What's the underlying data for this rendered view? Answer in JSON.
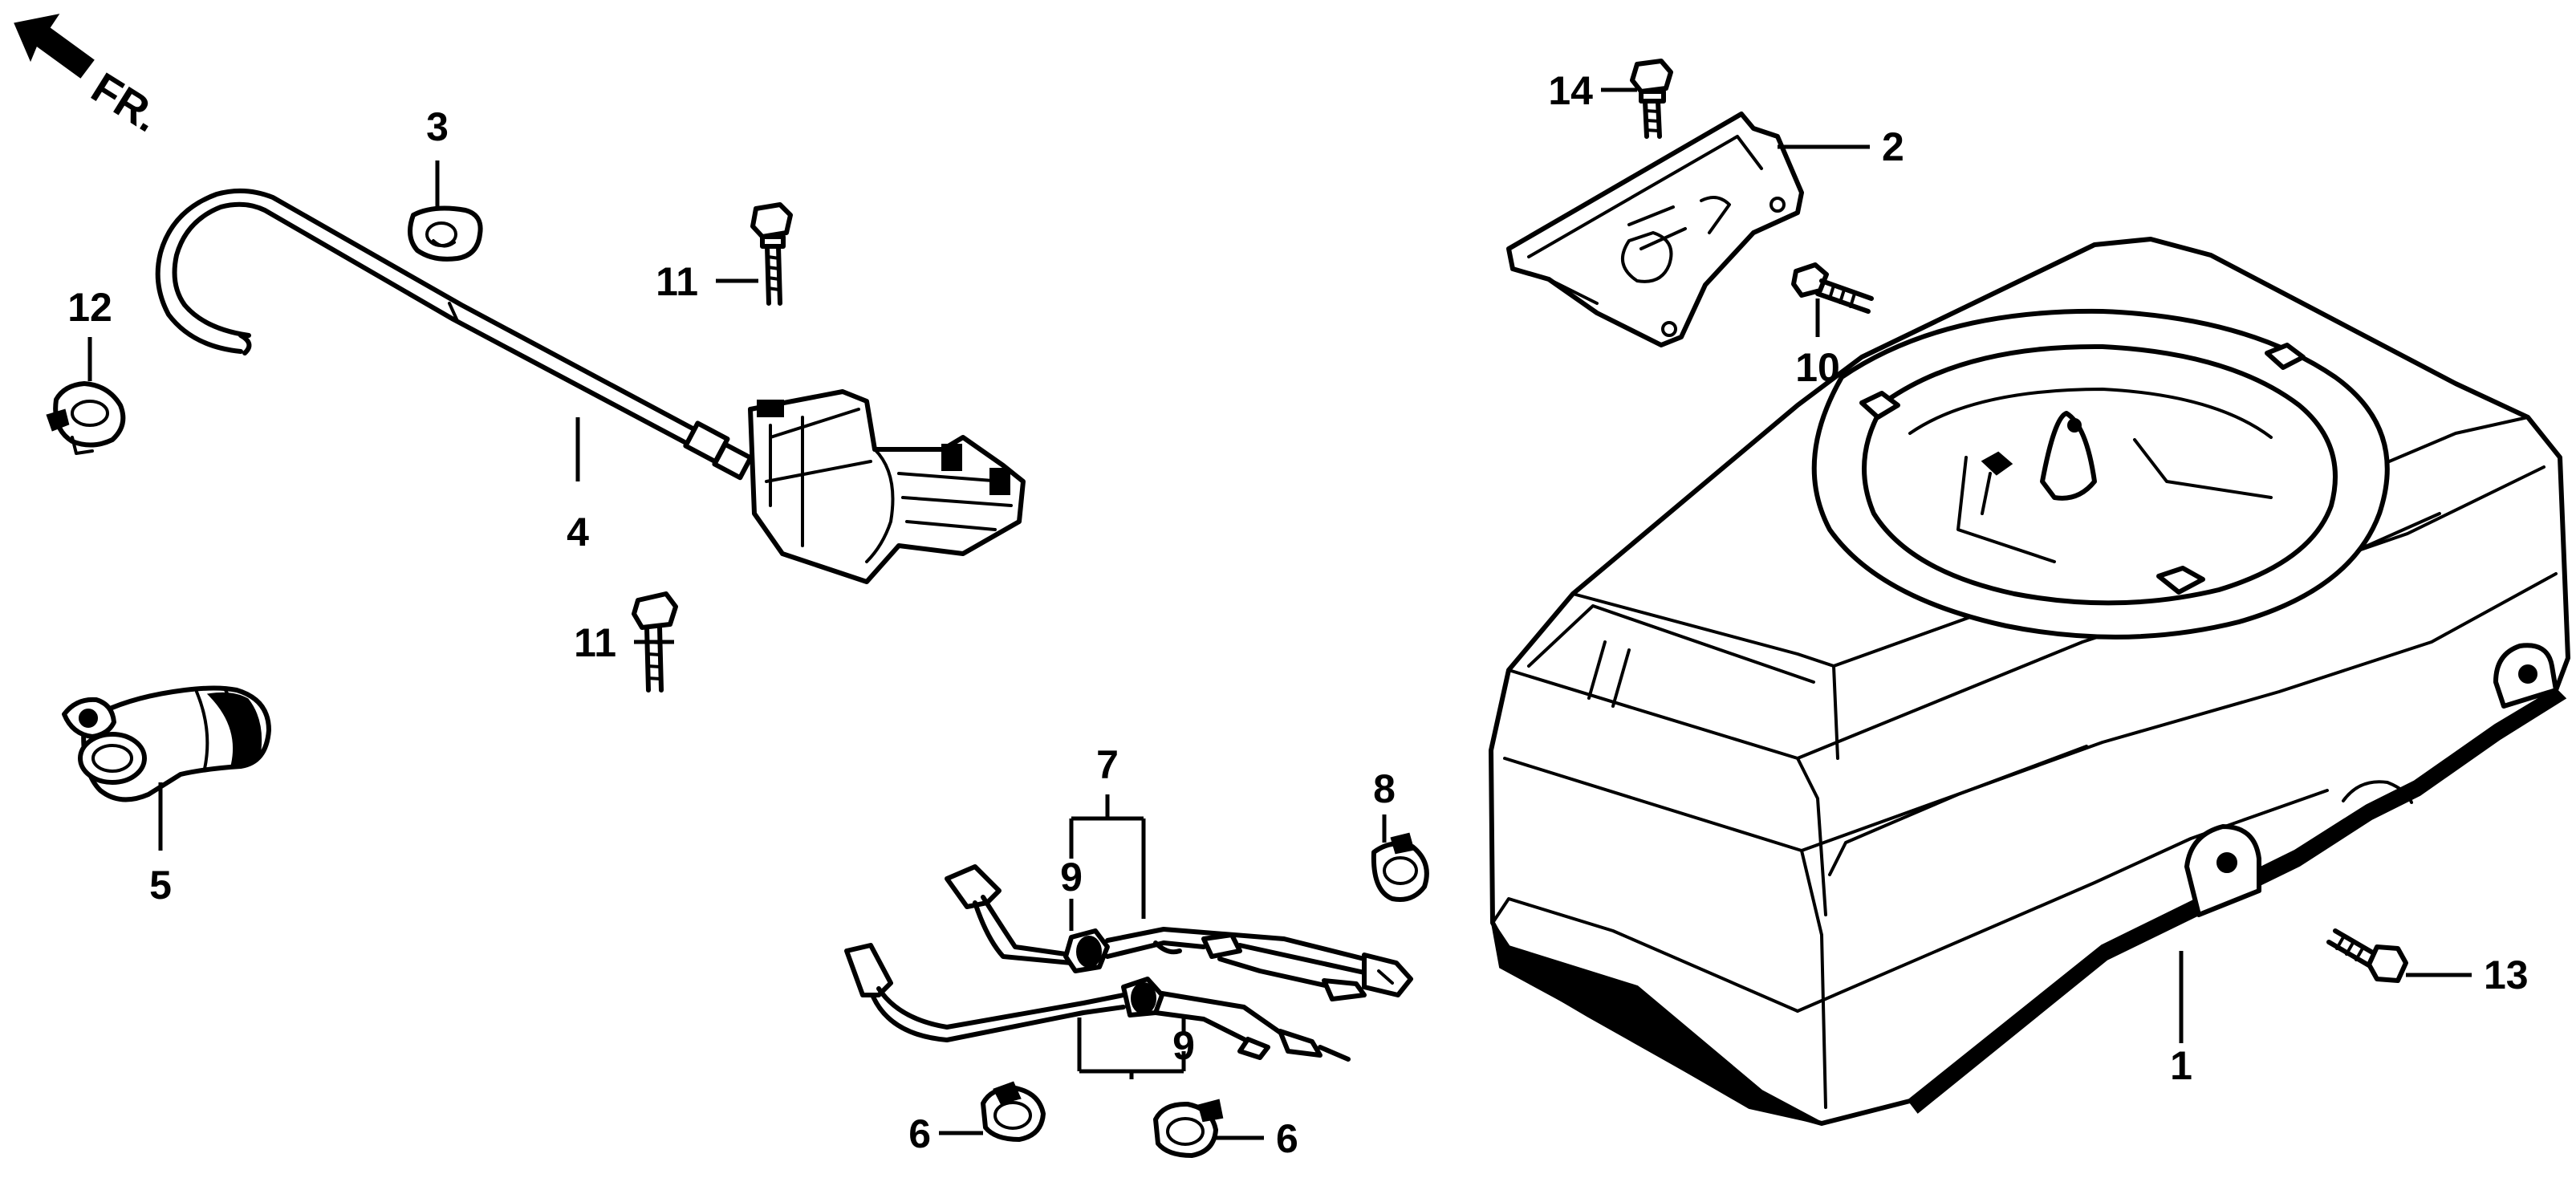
{
  "direction_marker": {
    "label": "FR.",
    "icon": "front-arrow-icon"
  },
  "callouts": {
    "c1": "1",
    "c2": "2",
    "c3": "3",
    "c4": "4",
    "c5": "5",
    "c6a": "6",
    "c6b": "6",
    "c7": "7",
    "c8": "8",
    "c9a": "9",
    "c9b": "9",
    "c10": "10",
    "c11a": "11",
    "c11b": "11",
    "c12": "12",
    "c13": "13",
    "c14": "14"
  }
}
